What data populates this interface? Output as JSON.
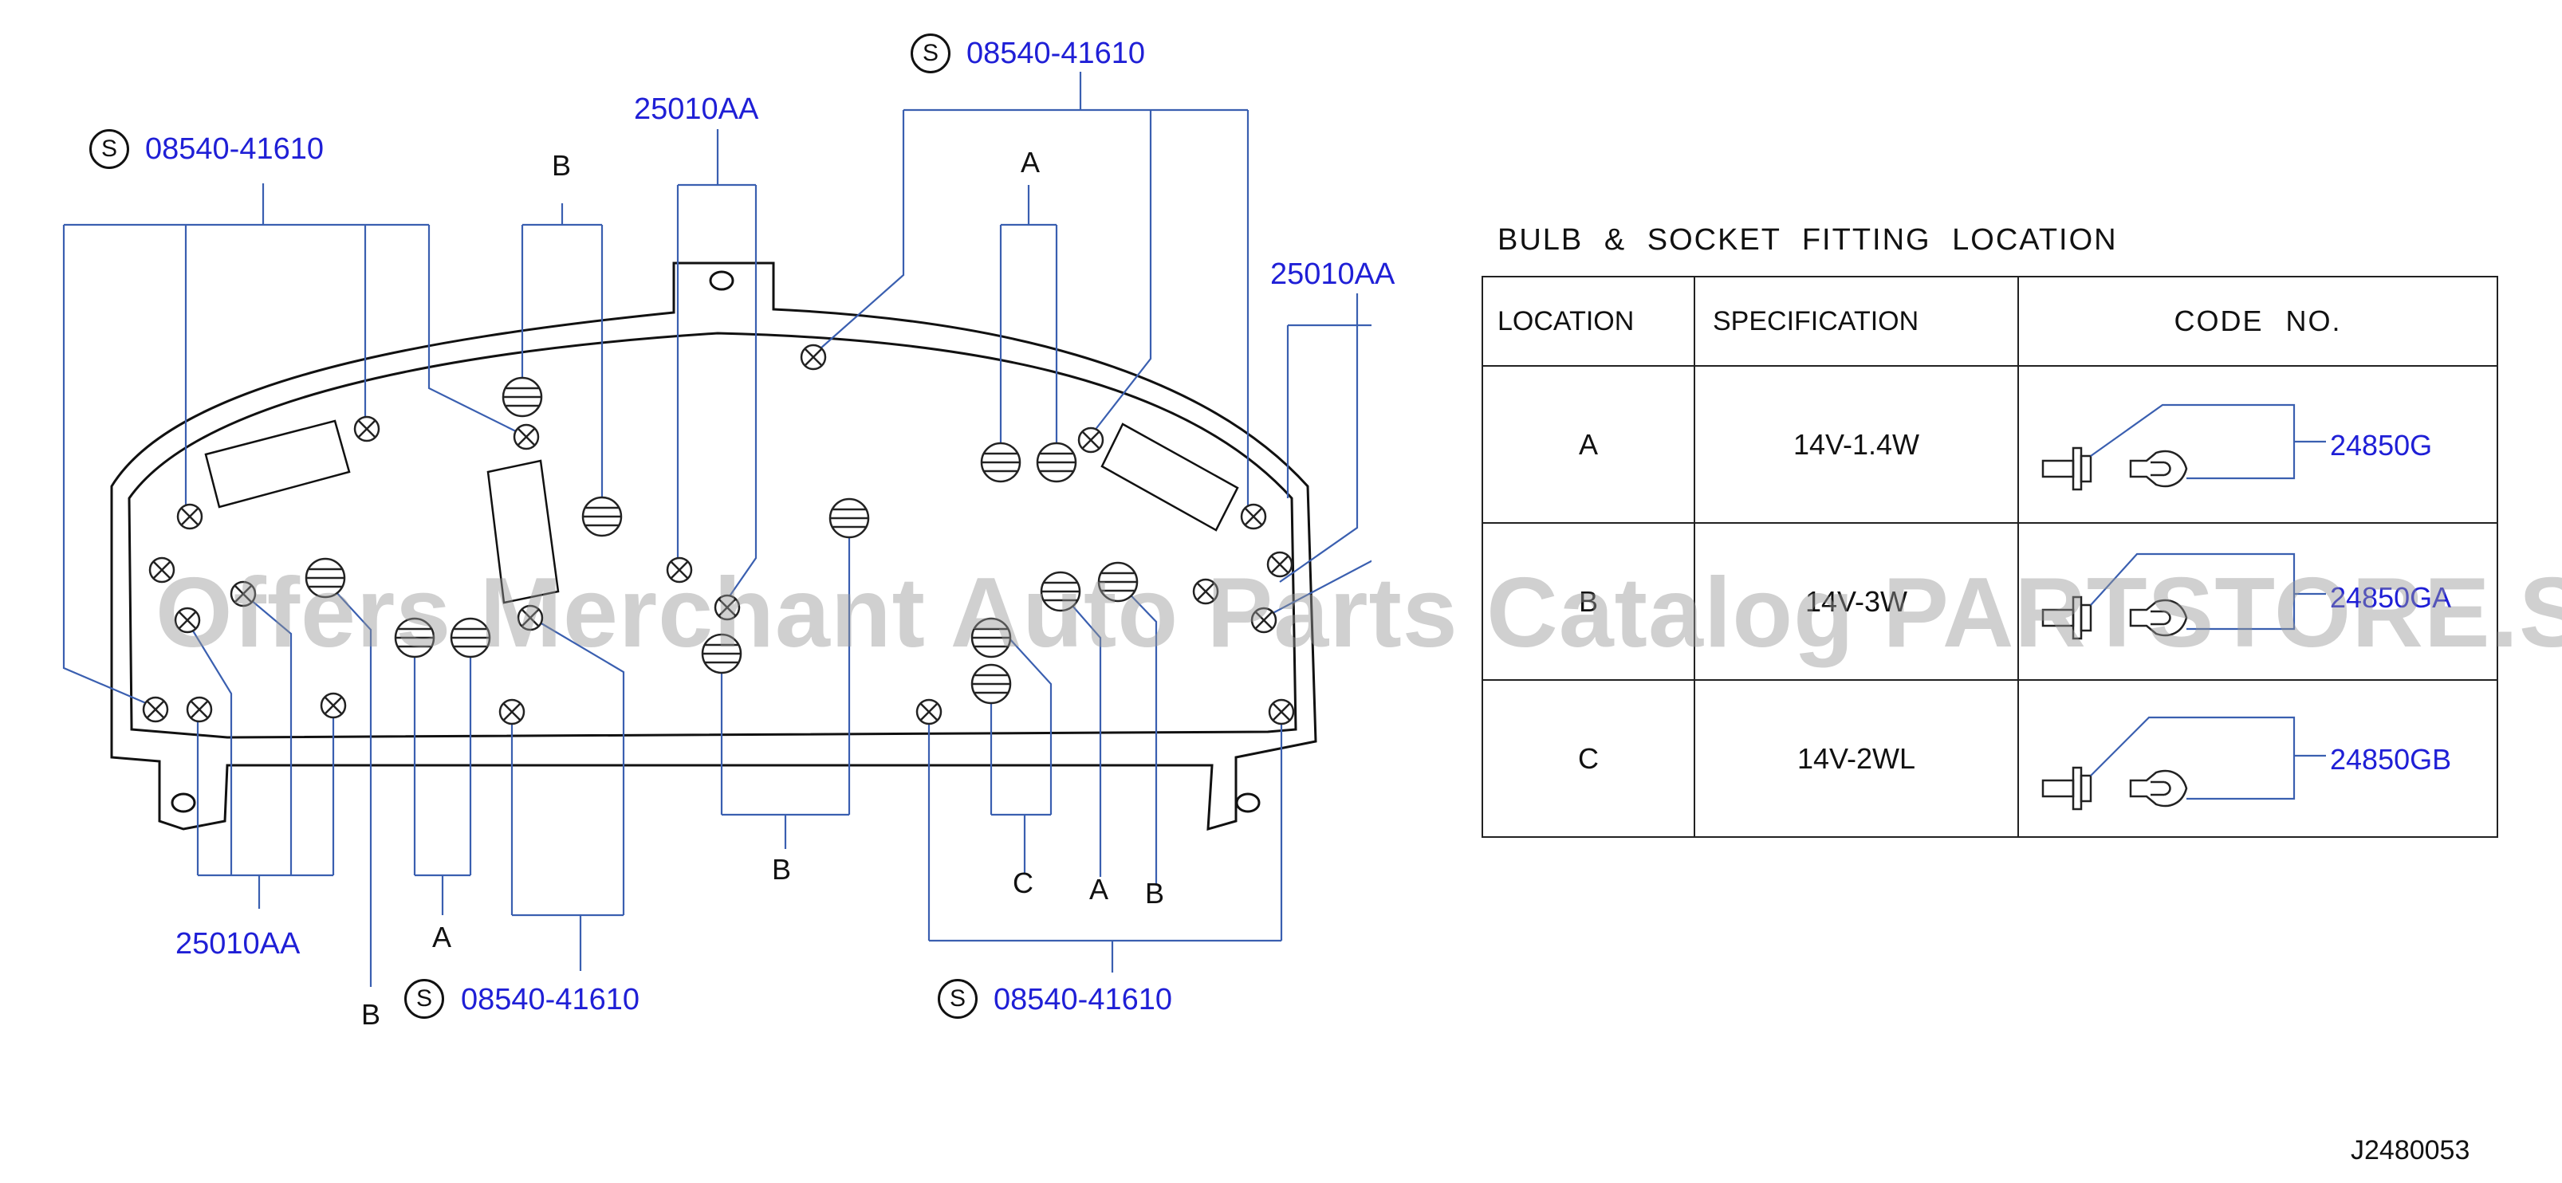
{
  "diagram": {
    "part_labels": {
      "screw_top_left": "08540-41610",
      "screw_top_right": "08540-41610",
      "screw_bottom_mid": "08540-41610",
      "screw_bottom_right": "08540-41610",
      "socket_top_mid": "25010AA",
      "socket_right": "25010AA",
      "socket_bottom_left": "25010AA"
    },
    "s_symbol": "S",
    "location_letters": {
      "a_top_right": "A",
      "b_top_left": "B",
      "a_bottom_left": "A",
      "b_bottom_left": "B",
      "b_bottom_mid": "B",
      "c_bottom_right": "C",
      "a_bottom_right": "A",
      "b_bottom_right": "B"
    }
  },
  "table": {
    "title": "BULB & SOCKET FITTING LOCATION",
    "headers": [
      "LOCATION",
      "SPECIFICATION",
      "CODE NO."
    ],
    "rows": [
      {
        "location": "A",
        "specification": "14V-1.4W",
        "code": "24850G"
      },
      {
        "location": "B",
        "specification": "14V-3W",
        "code": "24850GA"
      },
      {
        "location": "C",
        "specification": "14V-2WL",
        "code": "24850GB"
      }
    ]
  },
  "drawing_code": "J2480053",
  "watermark": "Offers Merchant Auto Parts Catalog PARTSTORE.SA",
  "colors": {
    "part_number": "#1f1fd6",
    "leader_line": "#3a5fb0",
    "outline": "#111111"
  }
}
